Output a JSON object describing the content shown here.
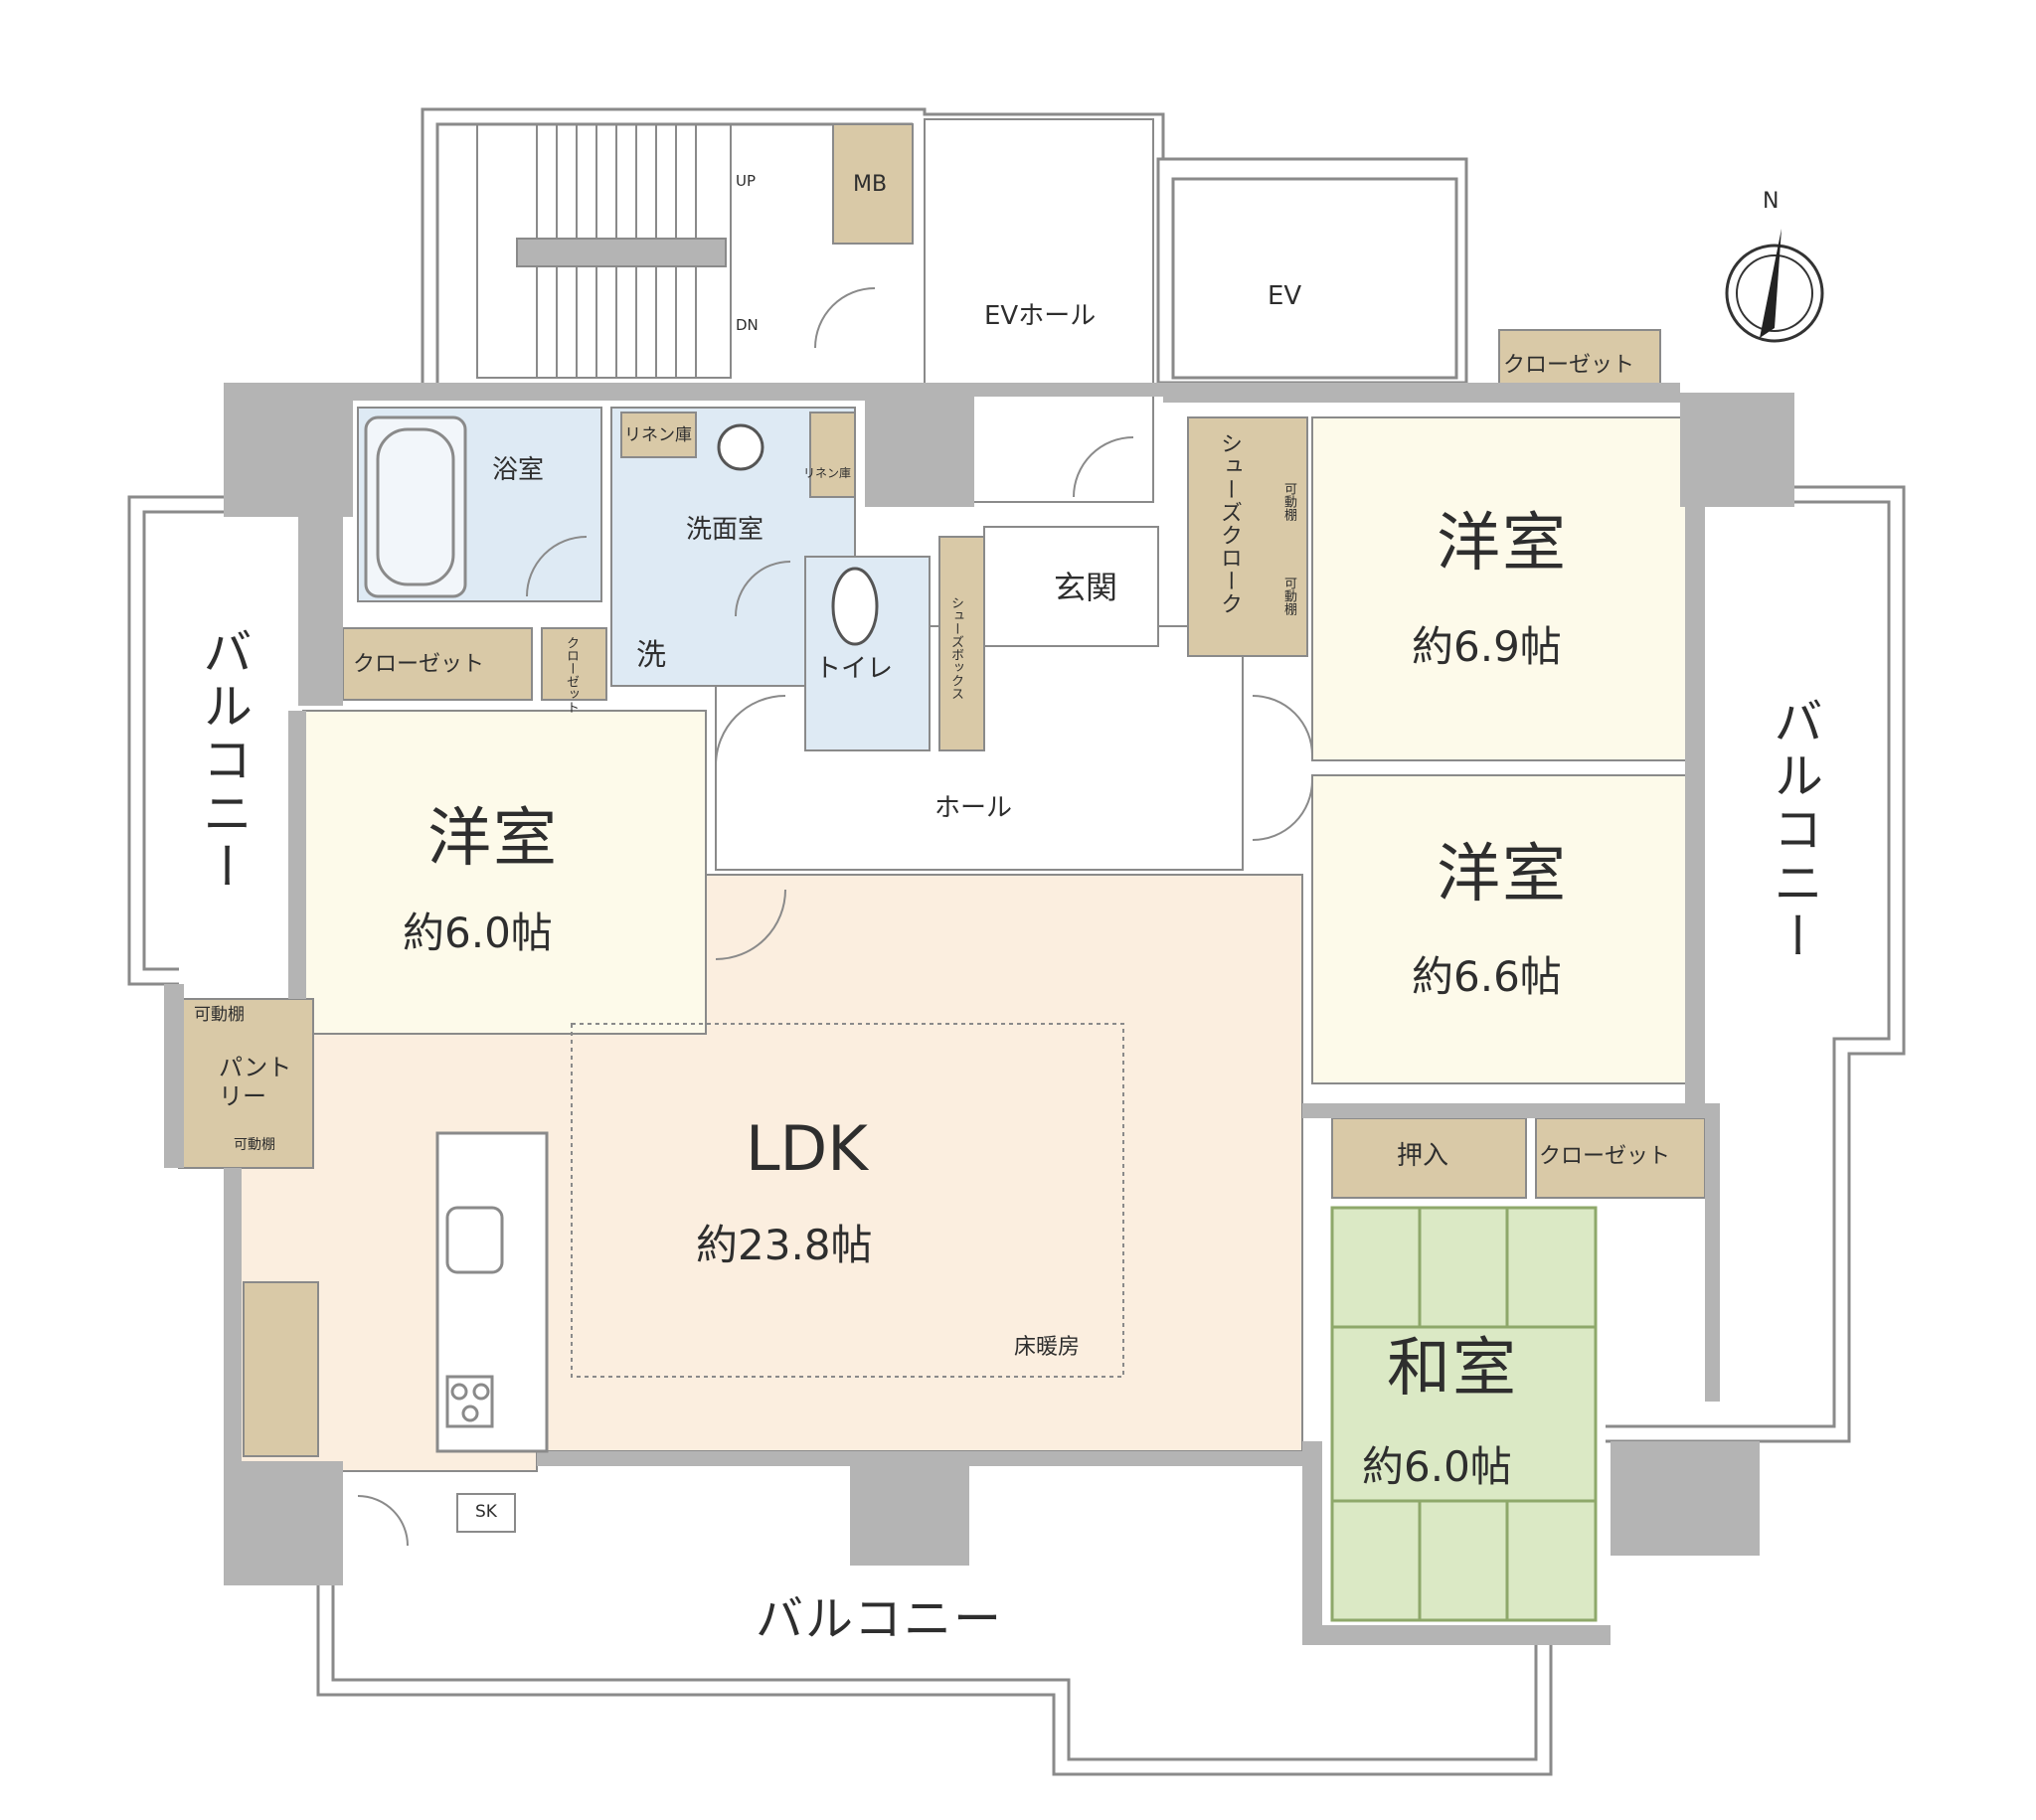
{
  "rooms": {
    "western_nw": {
      "name": "洋室",
      "size": "約6.0帖"
    },
    "western_ne": {
      "name": "洋室",
      "size": "約6.9帖"
    },
    "western_e": {
      "name": "洋室",
      "size": "約6.6帖"
    },
    "japanese": {
      "name": "和室",
      "size": "約6.0帖"
    },
    "ldk": {
      "name": "LDK",
      "size": "約23.8帖",
      "floor_heating": "床暖房"
    }
  },
  "labels": {
    "bath": "浴室",
    "washroom": "洗面室",
    "linen": "リネン庫",
    "linen2": "リネン庫",
    "toilet": "トイレ",
    "entrance": "玄関",
    "hall": "ホール",
    "ev_hall": "EVホール",
    "ev": "EV",
    "mb": "MB",
    "shoes_cloak": "シューズクローク",
    "shoes_shelf_1": "可動棚",
    "shoes_shelf_2": "可動棚",
    "shoes_box": "シューズボックス",
    "closet_ne": "クローゼット",
    "closet_nw": "クローゼット",
    "closet_nw_small": "クローゼット",
    "closet_jp": "クローゼット",
    "oshiire": "押入",
    "wash_machine": "洗",
    "pantry": "パントリー",
    "pantry_shelf_top": "可動棚",
    "pantry_shelf_bottom": "可動棚",
    "sk": "SK",
    "stair_up": "UP",
    "stair_down": "DN",
    "compass": "N"
  },
  "balconies": {
    "west": "バルコニー",
    "east": "バルコニー",
    "south": "バルコニー"
  },
  "colors": {
    "wall": "#b4b4b4",
    "outline": "#8a8a8a",
    "ldk_floor": "#fbeedf",
    "bedroom_floor": "#fdfaea",
    "wet_floor": "#deeaf4",
    "storage": "#d9c9a7",
    "tatami": "#dbe9c5",
    "tatami_line": "#8ea86a"
  }
}
